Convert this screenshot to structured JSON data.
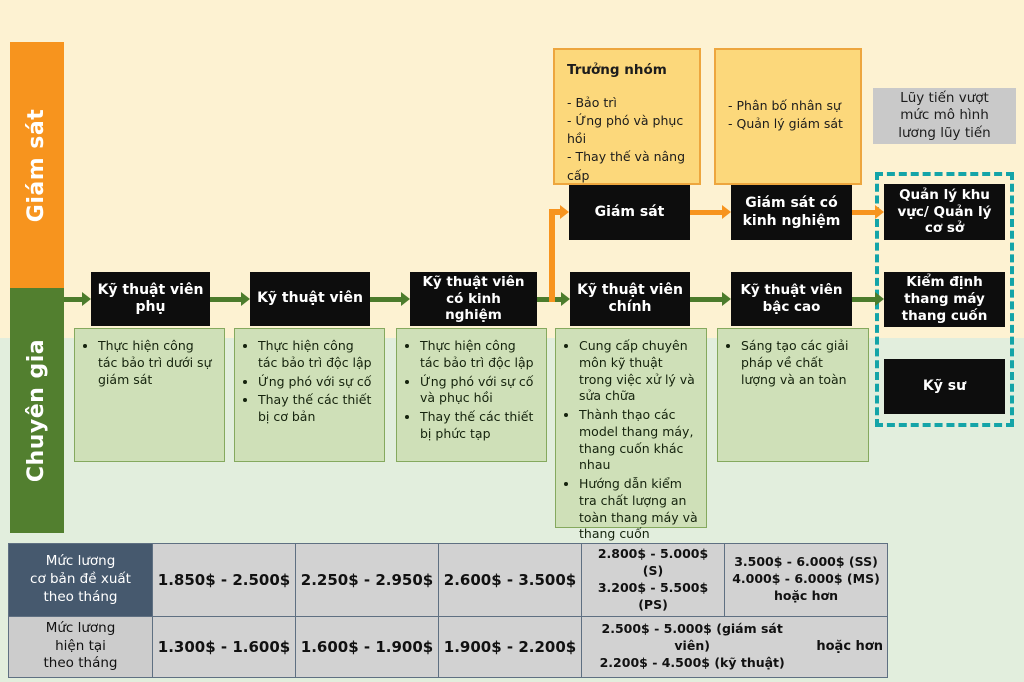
{
  "colors": {
    "cream_bg": "#fdf2d2",
    "green_bg": "#e2eedd",
    "orange": "#f7941e",
    "track_green": "#527f2f",
    "arrow_green": "#4c7c2c",
    "black_box": "#0d0d0d",
    "yellow_box_bg": "#fcd87b",
    "yellow_box_border": "#eda63e",
    "desc_box_bg": "#cfe0b8",
    "desc_box_border": "#85a95e",
    "note_box_bg": "#c9c9c9",
    "teal_dashed_border": "#14a4a8",
    "table_header_bg": "#46596e",
    "table_cell_bg": "#d2d2d2"
  },
  "sidebar": {
    "supervision_label": "Giám sát",
    "expert_label": "Chuyên gia"
  },
  "team_leader_box": {
    "title": "Trưởng nhóm",
    "items": [
      "- Bảo trì",
      "- Ứng phó và phục hồi",
      "- Thay thế và nâng cấp"
    ]
  },
  "management_box": {
    "items": [
      "- Phân bố nhân sự",
      "- Quản lý giám sát"
    ]
  },
  "note_box": {
    "lines": [
      "Lũy tiến vượt",
      "mức mô hình",
      "lương lũy tiến"
    ]
  },
  "supervision_path": {
    "level1": "Giám sát",
    "level2": "Giám sát có kinh nghiệm"
  },
  "advanced_roles": {
    "manager": "Quản lý khu vực/ Quản lý cơ sở",
    "inspector": "Kiểm định thang máy thang cuốn",
    "engineer": "Kỹ sư"
  },
  "technician_path": [
    {
      "title": "Kỹ thuật viên phụ",
      "duties": [
        "Thực hiện công tác bảo trì dưới sự giám sát"
      ]
    },
    {
      "title": "Kỹ thuật viên",
      "duties": [
        "Thực hiện công tác bảo trì độc lập",
        "Ứng phó với sự cố",
        "Thay thế các thiết bị cơ bản"
      ]
    },
    {
      "title": "Kỹ thuật viên có kinh nghiệm",
      "duties": [
        "Thực hiện công tác bảo trì độc lập",
        "Ứng phó với sự cố và phục hồi",
        "Thay thế các thiết bị phức tạp"
      ]
    },
    {
      "title": "Kỹ thuật viên chính",
      "duties": [
        "Cung cấp chuyên môn kỹ thuật trong việc xử lý và sửa chữa",
        "Thành thạo các model thang máy, thang cuốn khác nhau",
        "Hướng dẫn kiểm tra chất lượng an toàn thang máy và thang cuốn"
      ]
    },
    {
      "title": "Kỹ thuật viên bậc cao",
      "duties": [
        "Sáng tạo các giải pháp về chất lượng và an toàn"
      ]
    }
  ],
  "salary_table": {
    "row1": {
      "label_lines": [
        "Mức lương",
        "cơ bản đề xuất",
        "theo tháng"
      ],
      "c1": "1.850$ - 2.500$",
      "c2": "2.250$ - 2.950$",
      "c3": "2.600$ - 3.500$",
      "c4_lines": [
        "2.800$ - 5.000$ (S)",
        "3.200$ - 5.500$ (PS)"
      ],
      "c5_lines": [
        "3.500$ - 6.000$ (SS)",
        "4.000$ - 6.000$ (MS)",
        "hoặc hơn"
      ]
    },
    "row2": {
      "label_lines": [
        "Mức lương",
        "hiện tại",
        "theo tháng"
      ],
      "c1": "1.300$ - 1.600$",
      "c2": "1.600$ - 1.900$",
      "c3": "1.900$ - 2.200$",
      "c4_lines": [
        "2.500$ - 5.000$ (giám sát viên)",
        "2.200$ - 4.500$ (kỹ thuật)"
      ],
      "c5": "hoặc hơn"
    }
  }
}
